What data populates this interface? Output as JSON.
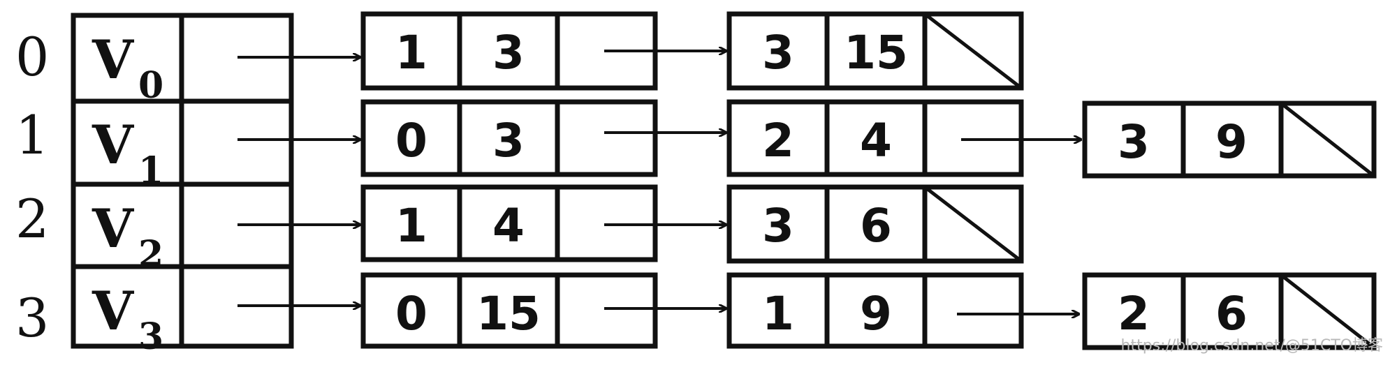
{
  "vertices": [
    {
      "index": "0",
      "name": "V",
      "sub": "0"
    },
    {
      "index": "1",
      "name": "V",
      "sub": "1"
    },
    {
      "index": "2",
      "name": "V",
      "sub": "2"
    },
    {
      "index": "3",
      "name": "V",
      "sub": "3"
    }
  ],
  "adjacency": [
    [
      {
        "adj": "1",
        "weight": "3"
      },
      {
        "adj": "3",
        "weight": "15"
      }
    ],
    [
      {
        "adj": "0",
        "weight": "3"
      },
      {
        "adj": "2",
        "weight": "4"
      },
      {
        "adj": "3",
        "weight": "9"
      }
    ],
    [
      {
        "adj": "1",
        "weight": "4"
      },
      {
        "adj": "3",
        "weight": "6"
      }
    ],
    [
      {
        "adj": "0",
        "weight": "15"
      },
      {
        "adj": "1",
        "weight": "9"
      },
      {
        "adj": "2",
        "weight": "6"
      }
    ]
  ],
  "watermark": "https://blog.csdn.net/@51CTO博客"
}
